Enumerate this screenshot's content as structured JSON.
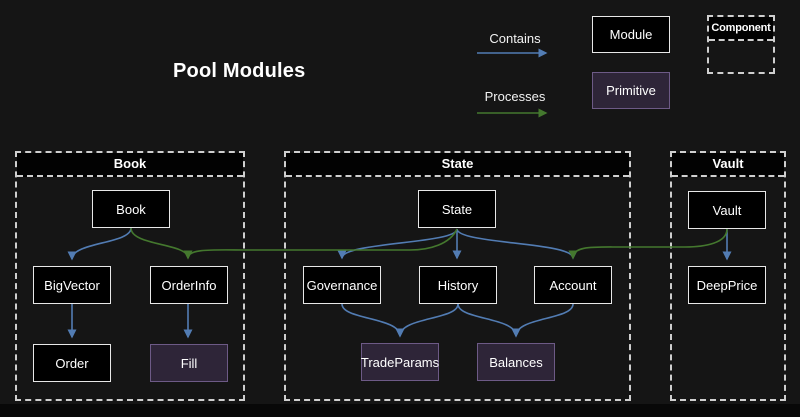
{
  "title": "Pool Modules",
  "colors": {
    "background": "#151515",
    "module_fill": "#000000",
    "module_border": "#e8e8e8",
    "primitive_fill": "#2e2538",
    "primitive_border": "#6d5a86",
    "cluster_border": "#cfcfcf",
    "contains_edge": "#527cb3",
    "processes_edge": "#44782e"
  },
  "legend": {
    "contains_label": "Contains",
    "processes_label": "Processes",
    "module_label": "Module",
    "primitive_label": "Primitive",
    "component_label": "Component"
  },
  "containers": [
    {
      "label": "Book",
      "nodes": [
        {
          "label": "Book",
          "type": "module"
        },
        {
          "label": "BigVector",
          "type": "module"
        },
        {
          "label": "OrderInfo",
          "type": "module"
        },
        {
          "label": "Order",
          "type": "module"
        },
        {
          "label": "Fill",
          "type": "primitive"
        }
      ]
    },
    {
      "label": "State",
      "nodes": [
        {
          "label": "State",
          "type": "module"
        },
        {
          "label": "Governance",
          "type": "module"
        },
        {
          "label": "History",
          "type": "module"
        },
        {
          "label": "Account",
          "type": "module"
        },
        {
          "label": "TradeParams",
          "type": "primitive"
        },
        {
          "label": "Balances",
          "type": "primitive"
        }
      ]
    },
    {
      "label": "Vault",
      "nodes": [
        {
          "label": "Vault",
          "type": "module"
        },
        {
          "label": "DeepPrice",
          "type": "module"
        }
      ]
    }
  ],
  "edges": [
    {
      "from": "Book",
      "to": "BigVector",
      "type": "contains"
    },
    {
      "from": "Book",
      "to": "OrderInfo",
      "type": "processes"
    },
    {
      "from": "State",
      "to": "OrderInfo",
      "type": "processes"
    },
    {
      "from": "State",
      "to": "Governance",
      "type": "contains"
    },
    {
      "from": "State",
      "to": "History",
      "type": "contains"
    },
    {
      "from": "State",
      "to": "Account",
      "type": "contains"
    },
    {
      "from": "Vault",
      "to": "Account",
      "type": "processes"
    },
    {
      "from": "Vault",
      "to": "DeepPrice",
      "type": "contains"
    },
    {
      "from": "BigVector",
      "to": "Order",
      "type": "contains"
    },
    {
      "from": "OrderInfo",
      "to": "Fill",
      "type": "contains"
    },
    {
      "from": "Governance",
      "to": "TradeParams",
      "type": "contains"
    },
    {
      "from": "History",
      "to": "TradeParams",
      "type": "contains"
    },
    {
      "from": "History",
      "to": "Balances",
      "type": "contains"
    },
    {
      "from": "Account",
      "to": "Balances",
      "type": "contains"
    }
  ]
}
